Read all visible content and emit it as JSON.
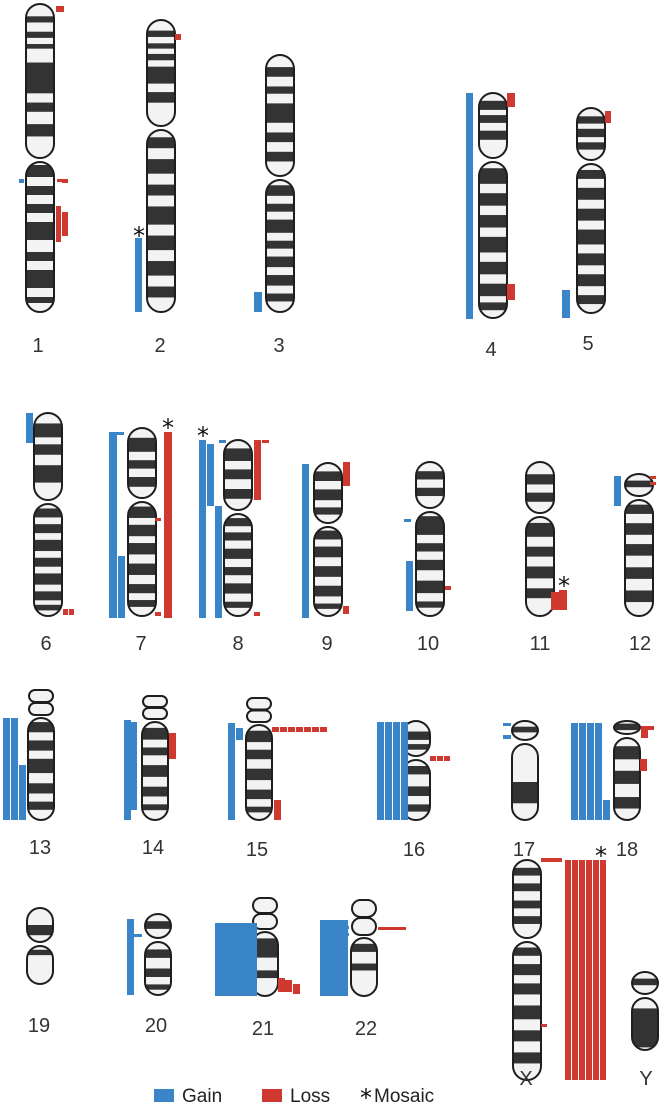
{
  "colors": {
    "gain": "#3a85c8",
    "loss": "#d0392f",
    "band_dark": "#333333",
    "band_light": "#f3f3f3",
    "outline": "#1e1e1e"
  },
  "legend": [
    {
      "key": "gain",
      "label": "Gain",
      "marker": "square"
    },
    {
      "key": "loss",
      "label": "Loss",
      "marker": "square"
    },
    {
      "key": "mosaic",
      "label": "Mosaic",
      "marker": "*"
    }
  ],
  "mosaic_symbol": "*",
  "chromosomes": [
    {
      "id": "1",
      "label": "1"
    },
    {
      "id": "2",
      "label": "2"
    },
    {
      "id": "3",
      "label": "3"
    },
    {
      "id": "4",
      "label": "4"
    },
    {
      "id": "5",
      "label": "5"
    },
    {
      "id": "6",
      "label": "6"
    },
    {
      "id": "7",
      "label": "7"
    },
    {
      "id": "8",
      "label": "8"
    },
    {
      "id": "9",
      "label": "9"
    },
    {
      "id": "10",
      "label": "10"
    },
    {
      "id": "11",
      "label": "11"
    },
    {
      "id": "12",
      "label": "12"
    },
    {
      "id": "13",
      "label": "13"
    },
    {
      "id": "14",
      "label": "14"
    },
    {
      "id": "15",
      "label": "15"
    },
    {
      "id": "16",
      "label": "16"
    },
    {
      "id": "17",
      "label": "17"
    },
    {
      "id": "18",
      "label": "18"
    },
    {
      "id": "19",
      "label": "19"
    },
    {
      "id": "20",
      "label": "20"
    },
    {
      "id": "21",
      "label": "21"
    },
    {
      "id": "22",
      "label": "22"
    },
    {
      "id": "X",
      "label": "X"
    },
    {
      "id": "Y",
      "label": "Y"
    }
  ],
  "mosaic_marks": [
    "2",
    "7",
    "8",
    "11",
    "X"
  ]
}
